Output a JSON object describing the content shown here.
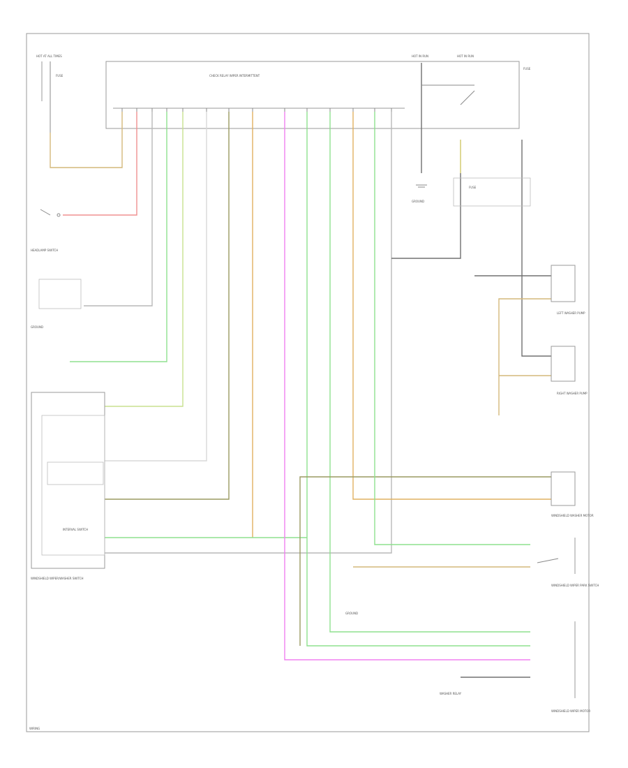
{
  "labels": {
    "relay_title": "CHECK RELAY WIPER INTERMITTENT",
    "hot_at_all_times_left": "HOT AT ALL TIMES",
    "hot_in_run_top": "HOT IN RUN",
    "hot_in_run_right": "HOT IN RUN",
    "fuse_left": "FUSE",
    "fuse_center": "FUSE",
    "fuse_right": "FUSE",
    "headlamp_switch": "HEADLAMP SWITCH",
    "ground_left": "GROUND",
    "ground_center": "GROUND",
    "ground_bottom": "GROUND",
    "washer_pump_left": "LEFT WASHER PUMP",
    "washer_pump_right": "RIGHT WASHER PUMP",
    "washer_motor": "WINDSHIELD WASHER MOTOR",
    "wiper_motor": "WINDSHIELD WIPER MOTOR",
    "wiper_washer_switch": "WINDSHIELD WIPER/WASHER SWITCH",
    "wiper_park_switch": "WINDSHIELD WIPER PARK SWITCH",
    "interval_switch": "INTERVAL SWITCH",
    "washer_relay": "WASHER RELAY",
    "footer": "WIRING"
  },
  "colors": {
    "frame": "#9a9a9a",
    "wire_green": "#8ee08e",
    "wire_tan": "#d4b87a",
    "wire_orange": "#e0b060",
    "wire_olive": "#9a9a60",
    "wire_gray": "#b8b8b8",
    "wire_pink": "#f080f0",
    "wire_red": "#f09090",
    "wire_yellow": "#e8e080",
    "wire_black": "#707070"
  }
}
